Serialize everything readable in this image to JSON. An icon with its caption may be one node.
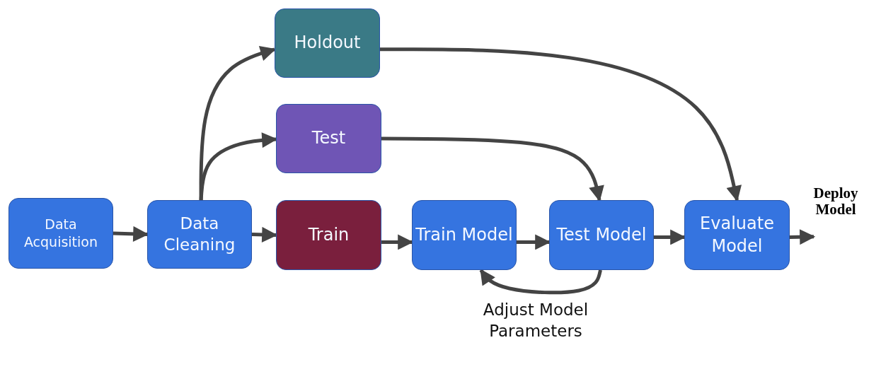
{
  "diagram": {
    "nodes": [
      {
        "text": [
          "Data Acquisition"
        ]
      },
      {
        "text": [
          "Data Cleaning"
        ]
      },
      {
        "text": [
          "Holdout"
        ]
      },
      {
        "text": [
          "Test"
        ]
      },
      {
        "text": [
          "Train"
        ]
      },
      {
        "text": [
          "Train Model"
        ]
      },
      {
        "text": [
          "Test Model"
        ]
      },
      {
        "text": [
          "Evaluate Model"
        ]
      },
      {
        "text": [
          "Deploy Model"
        ]
      }
    ],
    "edges": [
      {
        "from": 0,
        "to": 1,
        "arrow": "to"
      },
      {
        "from": 1,
        "to": 2,
        "arrow": "to"
      },
      {
        "from": 1,
        "to": 3,
        "arrow": "to"
      },
      {
        "from": 1,
        "to": 4,
        "arrow": "to"
      },
      {
        "from": 4,
        "to": 5,
        "arrow": "to"
      },
      {
        "from": 5,
        "to": 6,
        "arrow": "to"
      },
      {
        "from": 6,
        "to": 7,
        "arrow": "to"
      },
      {
        "from": 7,
        "to": 8,
        "arrow": "to"
      },
      {
        "from": 2,
        "to": 7,
        "arrow": "to"
      },
      {
        "from": 3,
        "to": 6,
        "arrow": "to"
      },
      {
        "from": 6,
        "to": 5,
        "arrow": "to",
        "label": "Adjust Model Parameters"
      }
    ]
  }
}
